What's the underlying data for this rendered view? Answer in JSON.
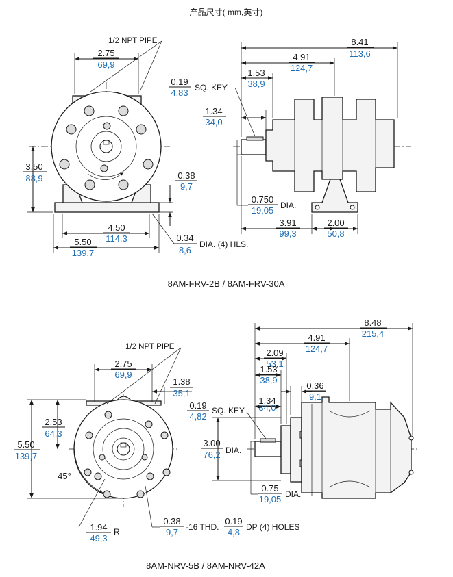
{
  "header": {
    "title": "产品尺寸( mm,英寸)"
  },
  "top": {
    "caption": "8AM-FRV-2B / 8AM-FRV-30A",
    "npt_label": "1/2 NPT PIPE",
    "pipe_spacing": {
      "in": "2.75",
      "mm": "69,9"
    },
    "height": {
      "in": "3.50",
      "mm": "88,9"
    },
    "foot_thk": {
      "in": "0.38",
      "mm": "9,7"
    },
    "bolt_span": {
      "in": "4.50",
      "mm": "114,3"
    },
    "base_width": {
      "in": "5.50",
      "mm": "139,7"
    },
    "hole_dia": {
      "in": "0.34",
      "mm": "8,6"
    },
    "hole_note": "DIA. (4) HLS.",
    "overall": {
      "in": "8.41",
      "mm": "113,6"
    },
    "mid": {
      "in": "4.91",
      "mm": "124,7"
    },
    "key_off": {
      "in": "1.53",
      "mm": "38,9"
    },
    "key": {
      "in": "0.19",
      "mm": "4,83"
    },
    "key_note": "SQ. KEY",
    "shaft_len": {
      "in": "1.34",
      "mm": "34,0"
    },
    "shaft_dia": {
      "in": "0.750",
      "mm": "19,05"
    },
    "dia_note": "DIA.",
    "foot_off": {
      "in": "3.91",
      "mm": "99,3"
    },
    "foot_len": {
      "in": "2.00",
      "mm": "50,8"
    }
  },
  "bottom": {
    "caption": "8AM-NRV-5B / 8AM-NRV-42A",
    "npt_label": "1/2 NPT PIPE",
    "pipe_spacing": {
      "in": "2.75",
      "mm": "69,9"
    },
    "offset": {
      "in": "1.38",
      "mm": "35,1"
    },
    "half_h": {
      "in": "2.53",
      "mm": "64,3"
    },
    "height": {
      "in": "5.50",
      "mm": "139,7"
    },
    "angle": "45°",
    "radius": {
      "in": "1.94",
      "mm": "49,3"
    },
    "radius_note": "R",
    "thread": {
      "in": "0.38",
      "mm": "9,7"
    },
    "thread_note": "-16 THD.",
    "depth": {
      "in": "0.19",
      "mm": "4,8"
    },
    "depth_note": "DP (4) HOLES",
    "overall": {
      "in": "8.48",
      "mm": "215,4"
    },
    "mid": {
      "in": "4.91",
      "mm": "124,7"
    },
    "a": {
      "in": "2.09",
      "mm": "53,1"
    },
    "b": {
      "in": "1.53",
      "mm": "38,9"
    },
    "c": {
      "in": "0.36",
      "mm": "9,1"
    },
    "key": {
      "in": "0.19",
      "mm": "4,82"
    },
    "key_note": "SQ. KEY",
    "shaft_len": {
      "in": "1.34",
      "mm": "34,0"
    },
    "pilot": {
      "in": "3.00",
      "mm": "76,2"
    },
    "pilot_note": "DIA.",
    "shaft_dia": {
      "in": "0.75",
      "mm": "19,05"
    },
    "dia_note": "DIA."
  }
}
